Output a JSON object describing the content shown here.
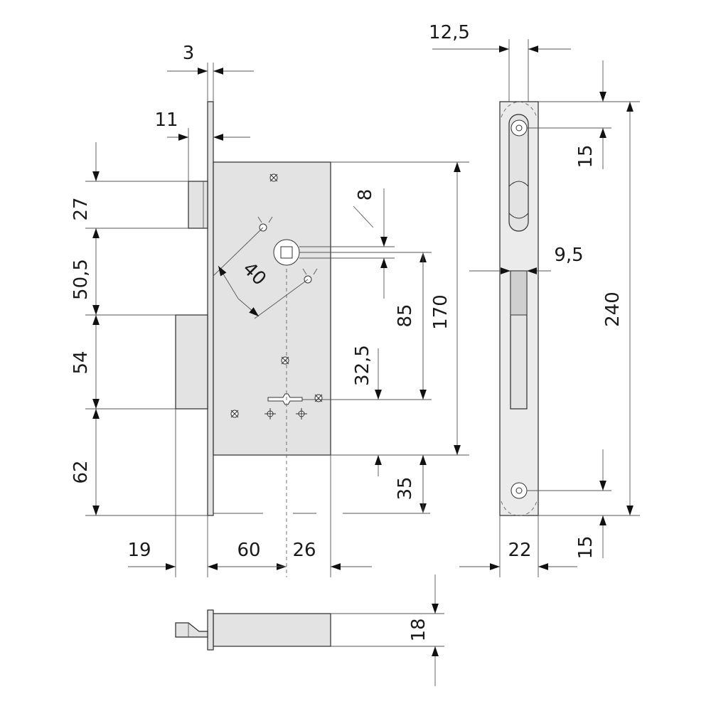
{
  "dimensions": {
    "faceplate_thickness": "3",
    "faceplate_offset": "11",
    "striker_thickness": "12,5",
    "dim_27": "27",
    "dim_50_5": "50,5",
    "dim_54": "54",
    "dim_62": "62",
    "dim_19": "19",
    "backset": "60",
    "dim_26": "26",
    "dim_8": "8",
    "dim_40": "40",
    "dim_85": "85",
    "dim_170": "170",
    "dim_32_5": "32,5",
    "dim_35": "35",
    "striker_hole_top": "15",
    "striker_hole_bottom": "15",
    "striker_height": "240",
    "striker_slot": "9,5",
    "striker_width": "22",
    "bottom_view_height": "18"
  }
}
